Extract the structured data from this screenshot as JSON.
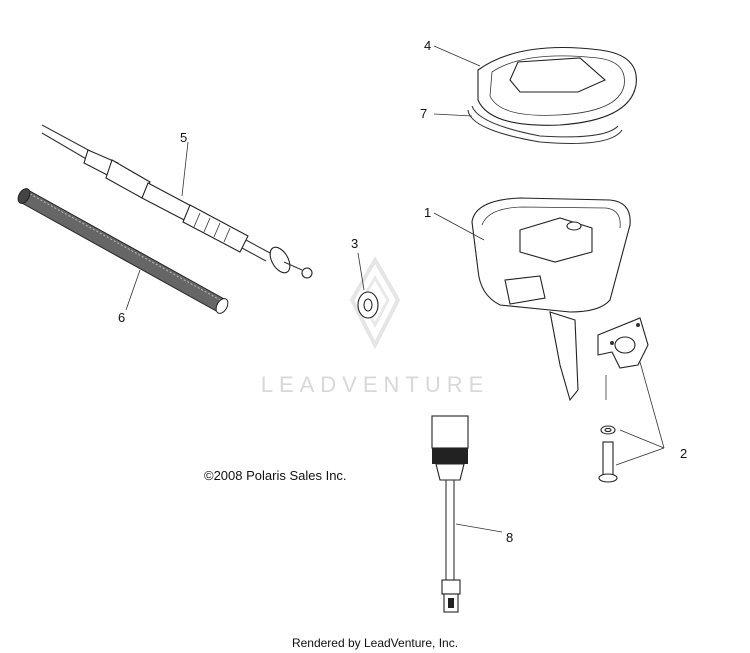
{
  "callouts": [
    {
      "id": "1",
      "label": "1"
    },
    {
      "id": "2",
      "label": "2"
    },
    {
      "id": "3",
      "label": "3"
    },
    {
      "id": "4",
      "label": "4"
    },
    {
      "id": "5",
      "label": "5"
    },
    {
      "id": "6",
      "label": "6"
    },
    {
      "id": "7",
      "label": "7"
    },
    {
      "id": "8",
      "label": "8"
    }
  ],
  "copyright": "©2008 Polaris Sales Inc.",
  "watermark": "LEADVENTURE",
  "footer": "Rendered by LeadVenture, Inc."
}
